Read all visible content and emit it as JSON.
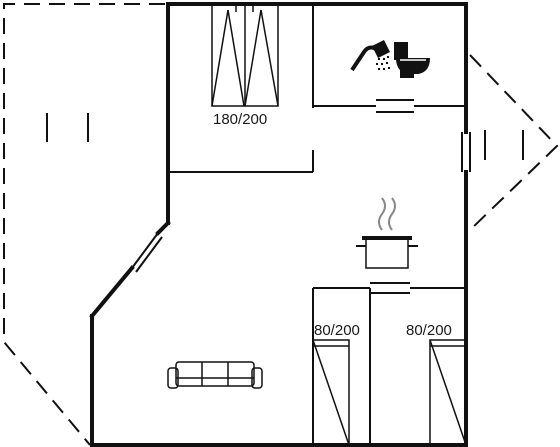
{
  "labels": {
    "bed_main": "180/200",
    "bed_left": "80/200",
    "bed_right": "80/200"
  },
  "colors": {
    "wall": "#111111",
    "background": "#ffffff"
  },
  "icons": [
    "shower-icon",
    "toilet-icon",
    "stove-pot-icon",
    "sofa-icon",
    "double-bed-icon",
    "single-bed-icon"
  ]
}
